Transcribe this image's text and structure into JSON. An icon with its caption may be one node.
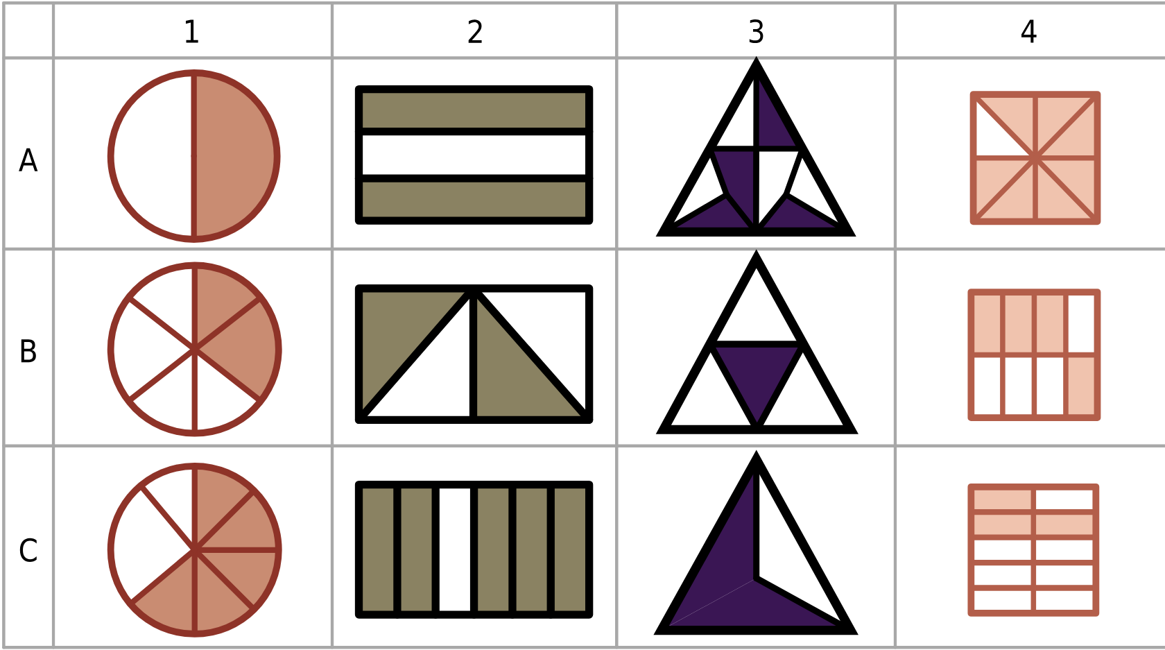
{
  "diagram": {
    "labels": [
      "1",
      "2",
      "3",
      "4",
      "A",
      "B",
      "C"
    ]
  }
}
